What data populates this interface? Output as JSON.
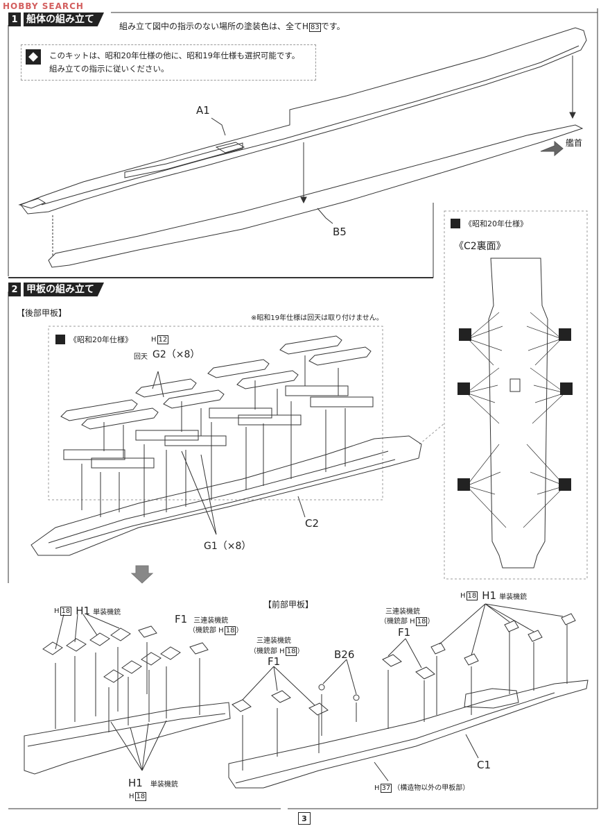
{
  "watermark": "HOBBY SEARCH",
  "section1": {
    "num": "1",
    "title": "船体の組み立て",
    "paint_note_pre": "組み立て図中の指示のない場所の塗装色は、全てH",
    "paint_note_code": "83",
    "paint_note_post": "です。",
    "info_line1": "このキットは、昭和20年仕様の他に、昭和19年仕様も選択可能です。",
    "info_line2": "組み立ての指示に従いください。",
    "part_a": "A1",
    "part_b": "B5",
    "bow_label": "艦首"
  },
  "c2_panel": {
    "variant_label": "《昭和20年仕様》",
    "title": "《C2裏面》"
  },
  "section2": {
    "num": "2",
    "title": "甲板の組み立て",
    "rear_deck_label": "【後部甲板】",
    "note_1944": "※昭和19年仕様は回天は取り付けません。",
    "variant_label": "《昭和20年仕様》",
    "h12_prefix": "H",
    "h12_code": "12",
    "kaiten_label": "回天",
    "g2_label": "G2（×8）",
    "g1_label": "G1（×8）",
    "c2_label": "C2"
  },
  "lower": {
    "front_deck_label": "【前部甲板】",
    "h_prefix": "H",
    "h18_code": "18",
    "h1_label": "H1",
    "single_mg": "単装機銃",
    "f1_label": "F1",
    "triple_mg": "三連装機銃",
    "mg_part_pre": "（機銃部 H",
    "mg_part_post": "）",
    "b26_label": "B26",
    "c1_label": "C1",
    "h37_code": "37",
    "deck_except_note": "（構造物以外の甲板部）"
  },
  "page_number": "3"
}
